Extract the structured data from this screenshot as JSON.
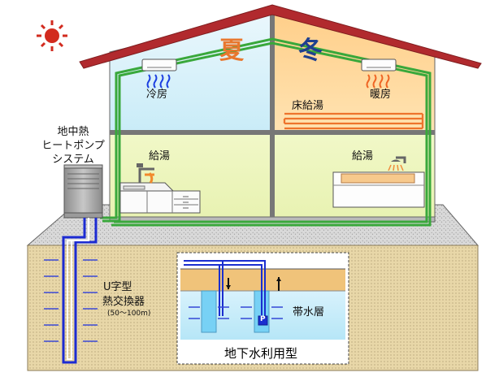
{
  "labels": {
    "summer": "夏",
    "winter": "冬",
    "cooling": "冷房",
    "heating": "暖房",
    "floor_heating": "床給湯",
    "hot_water_left": "給湯",
    "hot_water_right": "給湯",
    "heat_pump_line1": "地中熱",
    "heat_pump_line2": "ヒートポンプ",
    "heat_pump_line3": "システム",
    "u_exchanger_line1": "U字型",
    "u_exchanger_line2": "熱交換器",
    "u_exchanger_depth": "(50～100m)",
    "aquifer": "帯水層",
    "groundwater_type": "地下水利用型",
    "pump_mark": "P"
  },
  "colors": {
    "roof": "#b2272c",
    "summer_text": "#e8772e",
    "winter_text": "#1f3f8f",
    "summer_room": "#dff2fa",
    "winter_room": "#ffd9a1",
    "ground": "#e9d7a9",
    "water": "#cfeefb",
    "pipe": "#1b2fd0",
    "hot_pipe": "#f07a3a",
    "green_pipe": "#38a83b"
  },
  "icons": [
    "sun-icon",
    "air-conditioner-icon",
    "faucet-icon",
    "shower-icon",
    "bathtub-icon",
    "heat-pump-unit-icon"
  ]
}
